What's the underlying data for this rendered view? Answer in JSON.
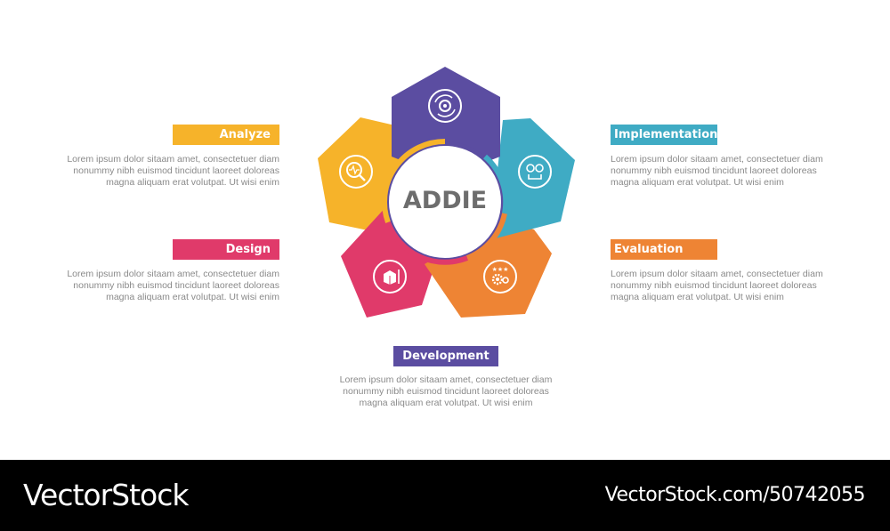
{
  "center": {
    "title": "ADDIE"
  },
  "phases": [
    {
      "key": "analyze",
      "label": "Analyze",
      "color": "#F6B32A",
      "icon": "magnifier-pulse-icon",
      "desc": [
        "Lorem ipsum dolor sitaam amet, consectetuer diam",
        "nonummy  nibh euismod tincidunt laoreet doloreas",
        "magna aliquam erat volutpat. Ut wisi enim"
      ]
    },
    {
      "key": "implementation",
      "label": "Implementation",
      "color": "#3FABC4",
      "icon": "idea-gear-icon",
      "desc": [
        "Lorem ipsum dolor sitaam amet, consectetuer diam",
        "nonummy  nibh euismod tincidunt laoreet doloreas",
        "magna aliquam erat volutpat. Ut wisi enim"
      ]
    },
    {
      "key": "design",
      "label": "Design",
      "color": "#E03A6A",
      "icon": "box-ruler-icon",
      "desc": [
        "Lorem ipsum dolor sitaam amet, consectetuer diam",
        "nonummy  nibh euismod tincidunt laoreet doloreas",
        "magna aliquam erat volutpat. Ut wisi enim"
      ]
    },
    {
      "key": "evaluation",
      "label": "Evaluation",
      "color": "#EE8434",
      "icon": "gear-stars-icon",
      "desc": [
        "Lorem ipsum dolor sitaam amet, consectetuer diam",
        "nonummy  nibh euismod tincidunt laoreet doloreas",
        "magna aliquam erat volutpat. Ut wisi enim"
      ]
    },
    {
      "key": "development",
      "label": "Development",
      "color": "#5B4DA1",
      "icon": "gear-cycle-icon",
      "desc": [
        "Lorem ipsum dolor sitaam amet, consectetuer diam",
        "nonummy  nibh euismod tincidunt laoreet doloreas",
        "magna aliquam erat volutpat. Ut wisi enim"
      ]
    }
  ],
  "footer": {
    "brand": "VectorStock",
    "url": "VectorStock.com/50742055"
  }
}
